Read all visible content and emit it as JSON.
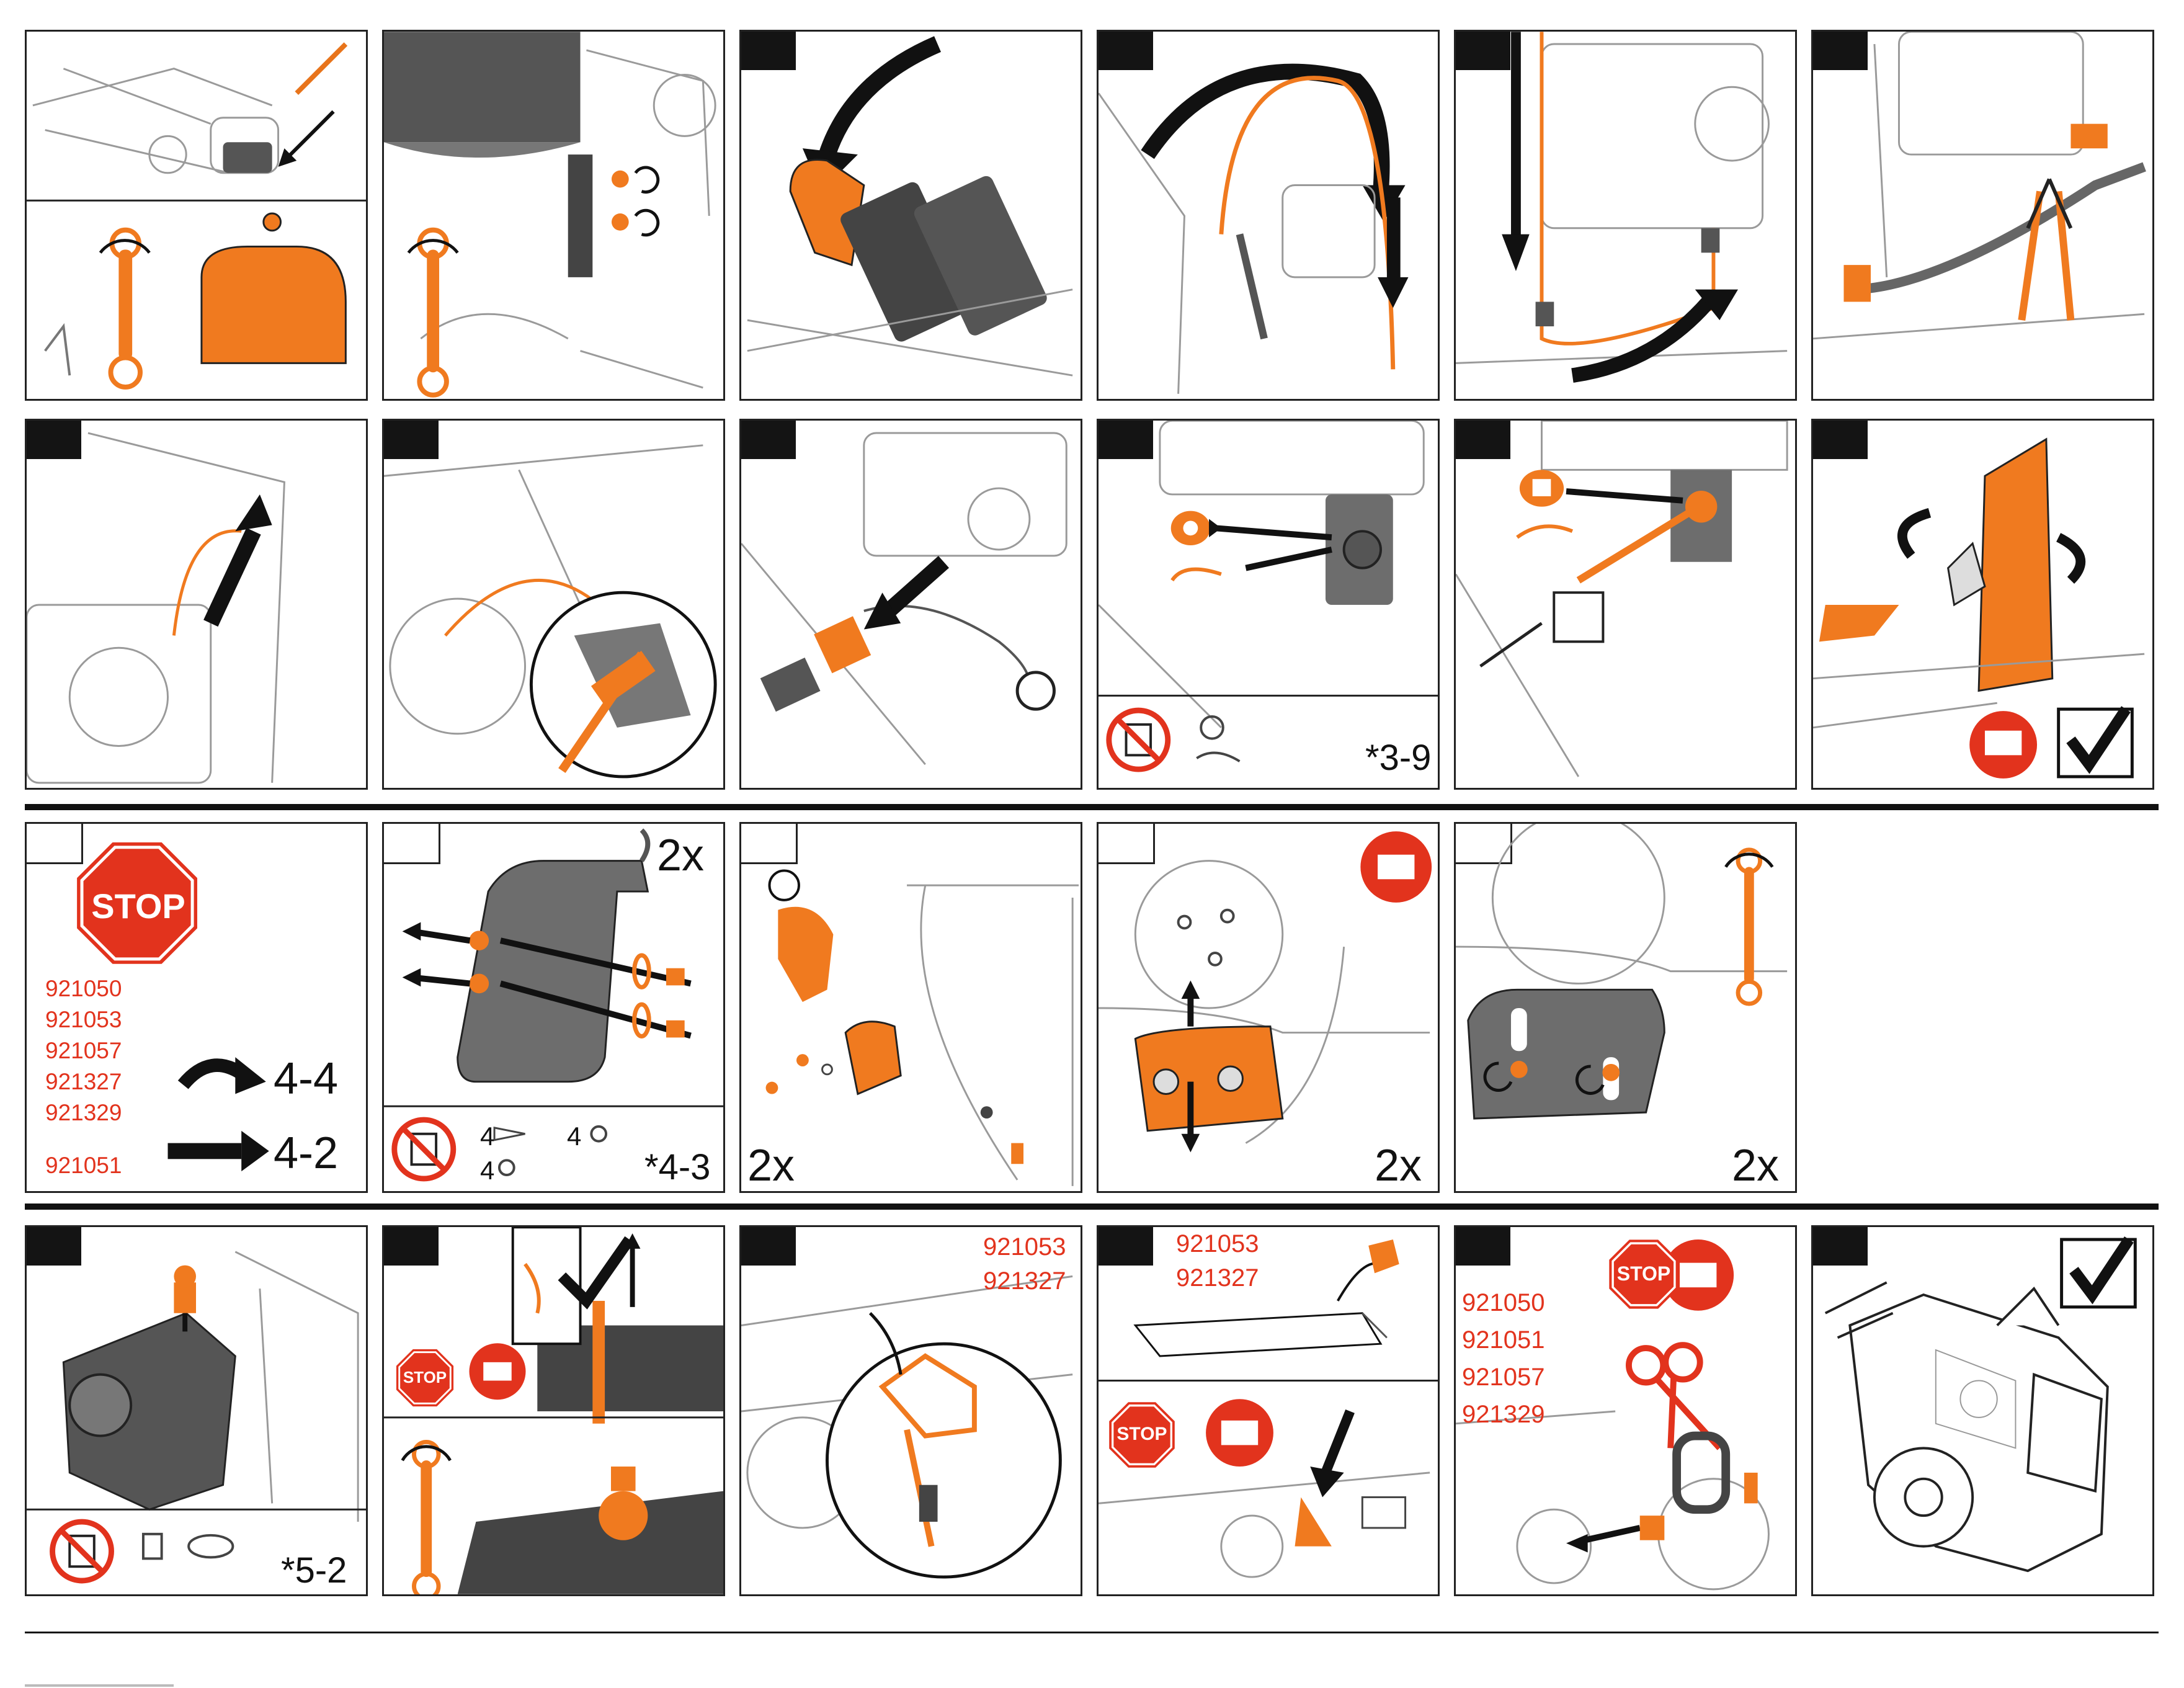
{
  "colors": {
    "accent": "#f07a1f",
    "stop_red": "#e2331d",
    "ink": "#141414",
    "gray": "#6d6d6d"
  },
  "row1": {
    "p3": {},
    "p4": {},
    "p5": {},
    "p6": {}
  },
  "row2": {
    "p10": {
      "ref": "*3-9"
    }
  },
  "row3": {
    "p1": {
      "stop": "STOP",
      "models_a": [
        "921050",
        "921053",
        "921057",
        "921327",
        "921329"
      ],
      "arrow_a": "4-4",
      "model_b": "921051",
      "arrow_b": "4-2"
    },
    "p2": {
      "count": "2x",
      "qty_a": "4",
      "qty_b": "4",
      "qty_c": "4",
      "ref": "*4-3"
    },
    "p3": {
      "count": "2x"
    },
    "p4": {
      "count": "2x"
    },
    "p5": {
      "count": "2x"
    }
  },
  "row4": {
    "p1": {
      "ref": "*5-2"
    },
    "p2": {
      "stop": "STOP"
    },
    "p3": {
      "models": [
        "921053",
        "921327"
      ]
    },
    "p4": {
      "models": [
        "921053",
        "921327"
      ],
      "stop": "STOP"
    },
    "p5": {
      "stop": "STOP",
      "models": [
        "921050",
        "921051",
        "921057",
        "921329"
      ]
    }
  }
}
